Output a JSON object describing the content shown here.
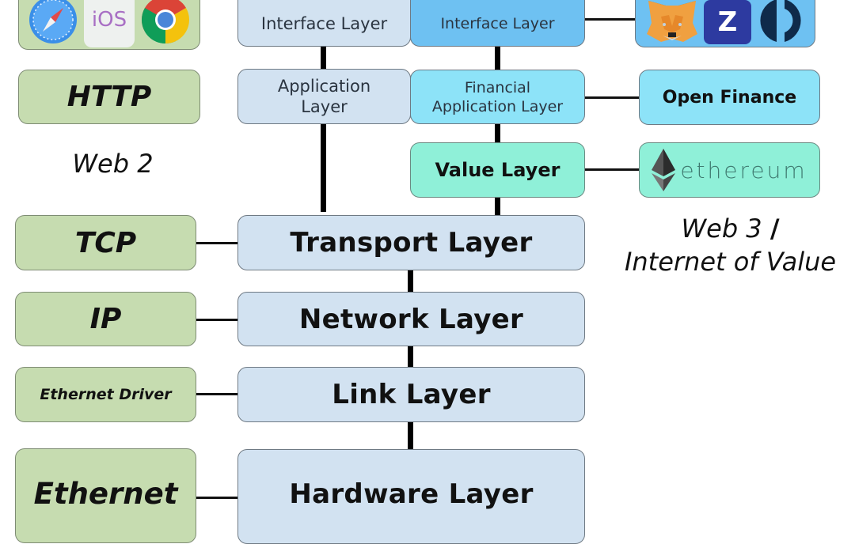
{
  "web2": {
    "caption": "Web 2",
    "app_logos": [
      {
        "name": "safari",
        "icon": "safari-compass-icon"
      },
      {
        "name": "ios",
        "label": "iOS"
      },
      {
        "name": "chrome",
        "icon": "chrome-icon"
      }
    ],
    "protocols": {
      "http": "HTTP",
      "tcp": "TCP",
      "ip": "IP",
      "ethernet_driver": "Ethernet Driver",
      "ethernet": "Ethernet"
    },
    "layers": {
      "interface": "Interface Layer",
      "application": "Application Layer"
    }
  },
  "web3": {
    "caption_line1": "Web 3",
    "caption_slash": "/",
    "caption_line2": "Internet of Value",
    "wallet_logos": [
      {
        "name": "metamask",
        "icon": "metamask-fox-icon"
      },
      {
        "name": "zerion",
        "label": "Z"
      },
      {
        "name": "argent",
        "icon": "circle-split-icon"
      }
    ],
    "layers": {
      "interface": "Interface Layer",
      "financial_application": "Financial Application Layer",
      "value": "Value Layer"
    },
    "open_finance": "Open Finance",
    "ethereum": "ethereum"
  },
  "shared_layers": {
    "transport": "Transport Layer",
    "network": "Network Layer",
    "link": "Link Layer",
    "hardware": "Hardware Layer"
  },
  "colors": {
    "protocol_green": "#c6dcb0",
    "web2_layer_blue": "#d2e2f1",
    "web3_interface_blue": "#6ec1f2",
    "web3_financial_cyan": "#8de3f8",
    "web3_value_mint": "#8ff0d8"
  }
}
